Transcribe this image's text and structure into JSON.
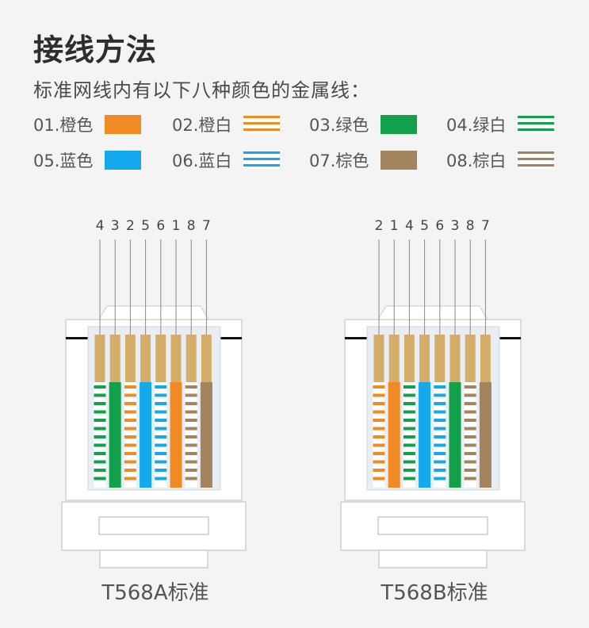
{
  "title": "接线方法",
  "subtitle": "标准网线内有以下八种颜色的金属线：",
  "colors": {
    "orange": "#ef8a24",
    "green": "#13a04a",
    "blue": "#14a9ec",
    "brown": "#a4835f",
    "white": "#ffffff",
    "gold": "#d3ad69"
  },
  "legend": [
    {
      "label": "01.橙色",
      "color": "orange",
      "striped": false
    },
    {
      "label": "02.橙白",
      "color": "orange",
      "striped": true
    },
    {
      "label": "03.绿色",
      "color": "green",
      "striped": false
    },
    {
      "label": "04.绿白",
      "color": "green",
      "striped": true
    },
    {
      "label": "05.蓝色",
      "color": "blue",
      "striped": false
    },
    {
      "label": "06.蓝白",
      "color": "blue",
      "striped": true
    },
    {
      "label": "07.棕色",
      "color": "brown",
      "striped": false
    },
    {
      "label": "08.棕白",
      "color": "brown",
      "striped": true
    }
  ],
  "connectors": [
    {
      "label": "T568A标准",
      "order": [
        "4",
        "3",
        "2",
        "5",
        "6",
        "1",
        "8",
        "7"
      ]
    },
    {
      "label": "T568B标准",
      "order": [
        "2",
        "1",
        "4",
        "5",
        "6",
        "3",
        "8",
        "7"
      ]
    }
  ]
}
